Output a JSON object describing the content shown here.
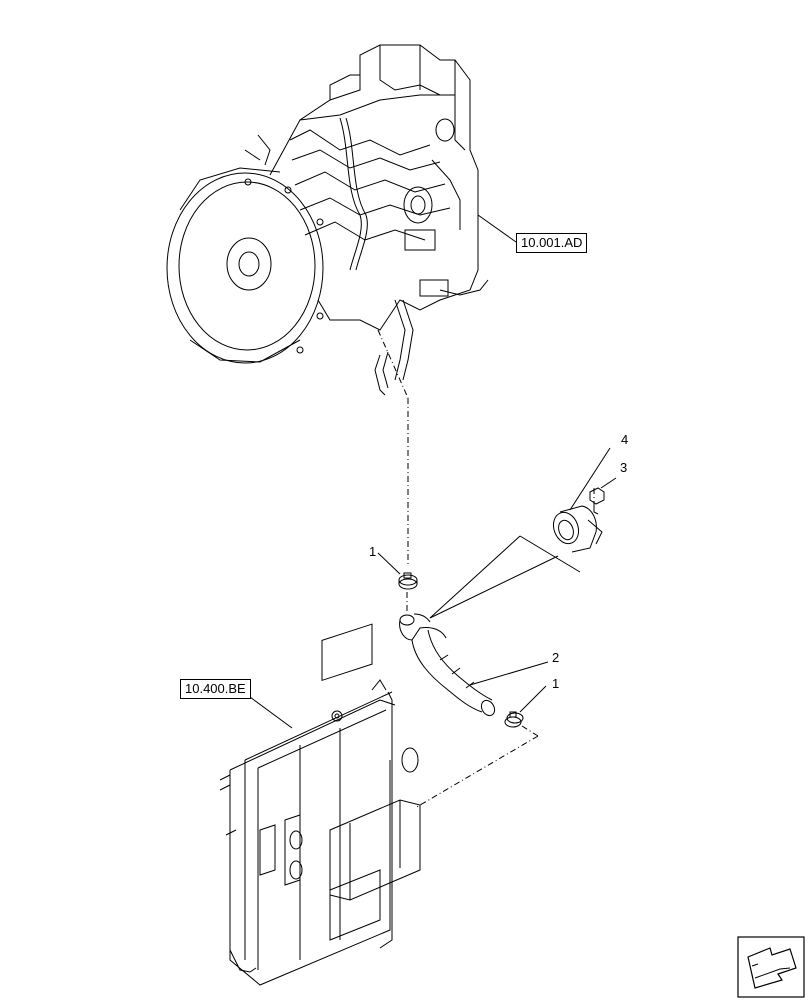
{
  "references": {
    "engine": "10.001.AD",
    "radiator": "10.400.BE"
  },
  "callouts": {
    "clamp_upper": "1",
    "hose": "2",
    "screw": "3",
    "cap": "4",
    "clamp_lower": "1"
  },
  "icons": {
    "navigation": "arrow-icon"
  }
}
